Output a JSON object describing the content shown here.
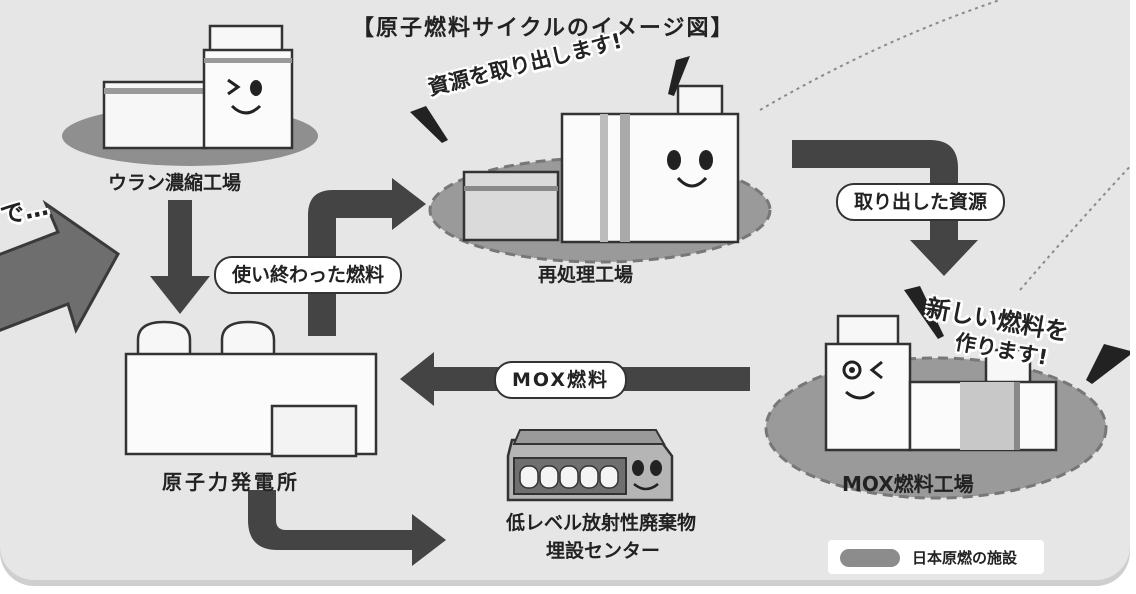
{
  "title": "【原子燃料サイクルのイメージ図】",
  "facilities": {
    "enrichment": "ウラン濃縮工場",
    "reprocessing": "再処理工場",
    "mox_plant": "MOX燃料工場",
    "power_plant": "原子力発電所",
    "disposal": "低レベル放射性廃棄物",
    "disposal_line2": "埋設センター"
  },
  "flows": {
    "spent_fuel": "使い終わった燃料",
    "extracted": "取り出した資源",
    "mox_fuel": "MOX燃料"
  },
  "callouts": {
    "reprocessing": "資源を取り出します!",
    "mox_line1": "新しい燃料を",
    "mox_line2": "作ります!",
    "edge": "で…"
  },
  "legend": {
    "label": "日本原燃の施設",
    "swatch_color": "#8c8c8c"
  },
  "colors": {
    "panel": "#e6e6e6",
    "arrow": "#444444",
    "site": "#8f8f8f",
    "outline": "#333333"
  }
}
